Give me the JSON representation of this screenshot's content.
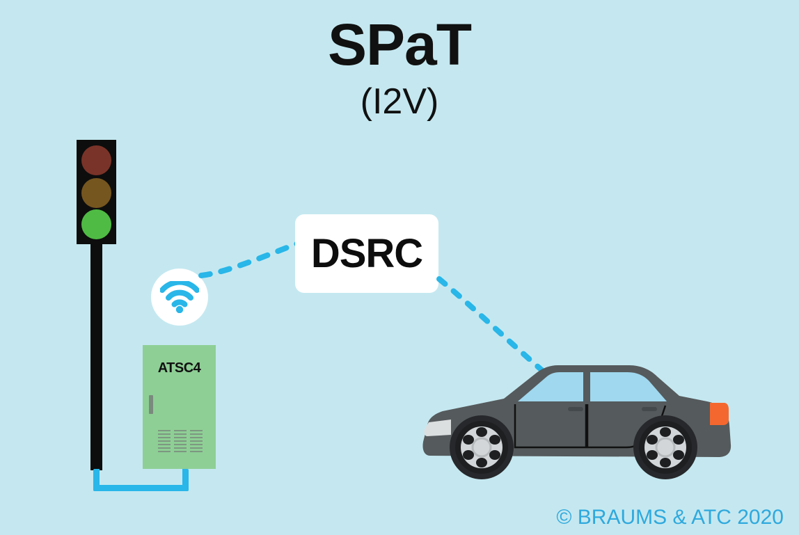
{
  "title": "SPaT",
  "subtitle": "(I2V)",
  "colors": {
    "background": "#c5e8f0",
    "accent_blue": "#29b6e8",
    "cabinet_green": "#8ecf95",
    "signal_green": "#4fbb44",
    "signal_red_off": "#7a3328",
    "signal_amber_off": "#76561f",
    "car_body": "#555a5c",
    "car_glass": "#9fd8ef",
    "taillight_orange": "#f4682f",
    "box_white": "#ffffff",
    "text_dark": "#111111"
  },
  "traffic_signal": {
    "name": "traffic-signal",
    "lamps": [
      {
        "name": "red",
        "state": "off",
        "color": "#7a3328"
      },
      {
        "name": "amber",
        "state": "off",
        "color": "#76561f"
      },
      {
        "name": "green",
        "state": "on",
        "color": "#4fbb44"
      }
    ]
  },
  "cabinet": {
    "label": "ATSC4",
    "vent_columns": 3,
    "vent_lines_per_column": 7
  },
  "wifi_badge": {
    "icon": "wifi-icon",
    "arcs": 3
  },
  "dsrc": {
    "label": "DSRC"
  },
  "links": [
    {
      "name": "wifi-to-dsrc",
      "style": "dashed",
      "color": "#29b6e8"
    },
    {
      "name": "dsrc-to-vehicle",
      "style": "dashed",
      "color": "#29b6e8"
    }
  ],
  "ground_bracket": {
    "name": "cabinet-to-pole-conduit",
    "color": "#29b6e8"
  },
  "vehicle": {
    "name": "sedan",
    "facing": "left",
    "wheels": 2
  },
  "footer": {
    "copyright": "© BRAUMS & ATC 2020"
  }
}
